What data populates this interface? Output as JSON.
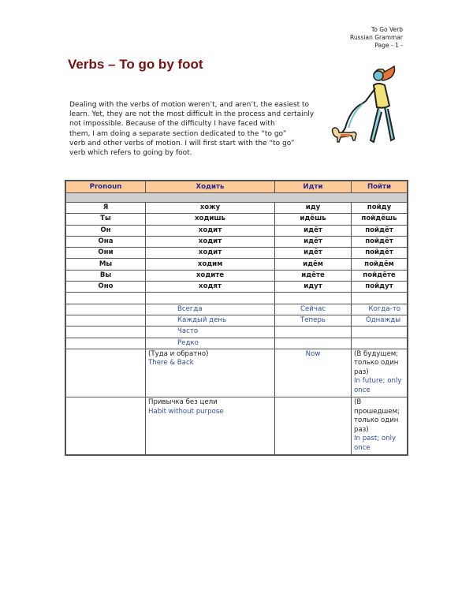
{
  "header": {
    "line1": "To Go Verb",
    "line2": "Russian Grammar",
    "line3": "Page - 1 -"
  },
  "title": "Verbs – To go by foot",
  "intro": {
    "lines": [
      "Dealing with the verbs of motion weren’t, and aren’t, the easiest to",
      "learn. Yet, they are not the most difficult in the process and certainly",
      "not impossible.  Because of the difficulty I have faced with",
      "them, I am doing a separate section dedicated to the “to go”",
      "verb and other verbs of motion. I will first start with the “to go”",
      "verb which refers to going by foot."
    ]
  },
  "illustration": {
    "icon": "person-walking-dog-clipart"
  },
  "colors": {
    "title": "#7a1010",
    "header_bg": "#fcc999",
    "header_text": "#2a2a8a",
    "blue_text": "#2f4da8",
    "gray_row": "#cfcfcf"
  },
  "table": {
    "headers": [
      "Pronoun",
      "Ходить",
      "Идти",
      "Пойти"
    ],
    "rows": [
      [
        "Я",
        "хожу",
        "иду",
        "пойду"
      ],
      [
        "Ты",
        "ходишь",
        "идёшь",
        "пойдёшь"
      ],
      [
        "Он",
        "ходит",
        "идёт",
        "пойдёт"
      ],
      [
        "Она",
        "ходит",
        "идёт",
        "пойдёт"
      ],
      [
        "Они",
        "ходит",
        "идёт",
        "пойдёт"
      ],
      [
        "Мы",
        "ходим",
        "идём",
        "пойдём"
      ],
      [
        "Вы",
        "ходите",
        "идёте",
        "пойдёте"
      ],
      [
        "Оно",
        "ходят",
        "идут",
        "пойдут"
      ]
    ],
    "adverbs": [
      [
        "",
        "Всегда",
        "Сейчас",
        "Когда-то"
      ],
      [
        "",
        "Каждый день",
        "Теперь",
        "Однажды"
      ],
      [
        "",
        "Часто",
        "",
        ""
      ],
      [
        "",
        "Редко",
        "",
        ""
      ]
    ],
    "notes": [
      {
        "c2_ru": "(Туда и обратно)",
        "c2_en": "There & Back",
        "c3": "Now",
        "c4_ru1": "(В будущем;",
        "c4_ru2": "только один раз)",
        "c4_en": "In future; only once"
      },
      {
        "c2_ru": "Привычка без цели",
        "c2_en": "Habit without purpose",
        "c3": "",
        "c4_ru1": "(В прошедшем;",
        "c4_ru2": "только один раз)",
        "c4_en": "In past; only once"
      }
    ]
  }
}
